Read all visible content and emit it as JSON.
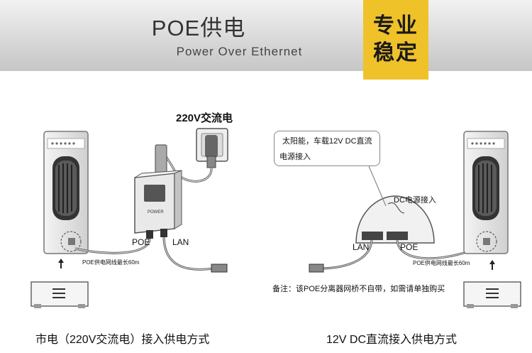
{
  "header": {
    "title": "POE供电",
    "subtitle": "Power Over Ethernet",
    "badge_line1": "专业",
    "badge_line2": "稳定"
  },
  "left_diagram": {
    "power_label": "220V交流电",
    "poe_port": "POE",
    "lan_port": "LAN",
    "cable_note": "POE供电网线最长60m",
    "adapter_text": "POWER",
    "caption": "市电（220V交流电）接入供电方式"
  },
  "right_diagram": {
    "callout_line1": "太阳能，车载12V DC直流",
    "callout_line2": "电源接入",
    "dc_input_label": "DC电源接入",
    "lan_port": "LAN",
    "poe_port": "POE",
    "cable_note": "POE供电网线最长60m",
    "remark": "备注：该POE分离器网桥不自带，如需请单独购买",
    "caption": "12V DC直流接入供电方式"
  }
}
